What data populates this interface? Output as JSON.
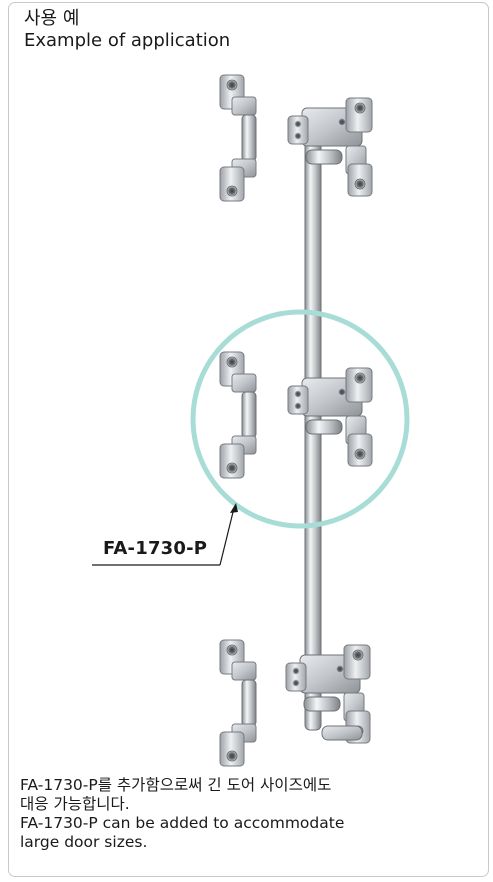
{
  "title": {
    "korean": "사용 예",
    "english": "Example of application"
  },
  "callout": {
    "part_number": "FA-1730-P"
  },
  "caption": {
    "korean_line1": "FA-1730-P를 추가함으로써 긴 도어 사이즈에도",
    "korean_line2": "대응 가능합니다.",
    "english_line1": "FA-1730-P can be added to accommodate",
    "english_line2": "large door sizes."
  },
  "colors": {
    "highlight_circle": "#a8dcd6",
    "metal": "#c4c7cb",
    "border": "#c9c9c9"
  }
}
